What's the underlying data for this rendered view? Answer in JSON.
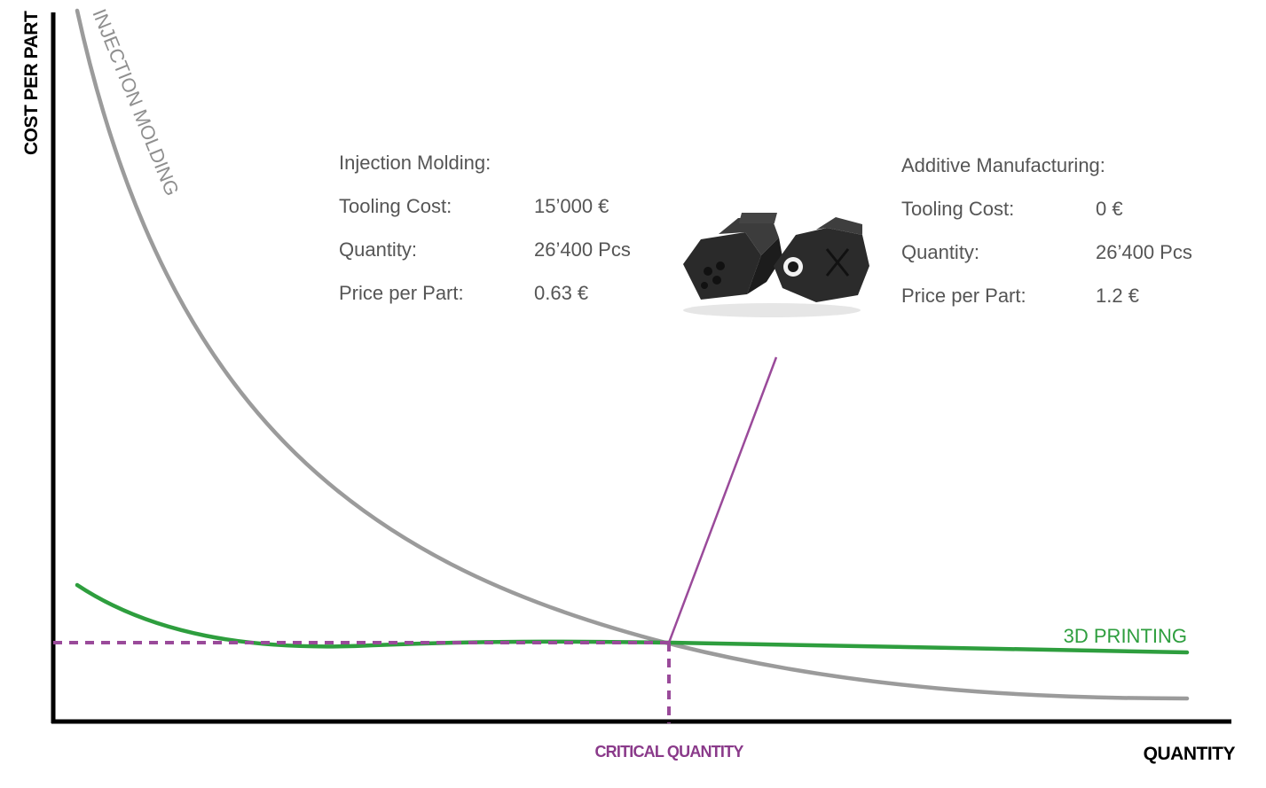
{
  "chart_data": {
    "type": "line",
    "xlabel": "QUANTITY",
    "ylabel": "COST PER PART",
    "x_axis_ticks": "none",
    "y_axis_ticks": "none",
    "grid": false,
    "series": [
      {
        "name": "INJECTION MOLDING",
        "color": "#9b9b9b",
        "shape": "decreasing hyperbolic cost curve, crosses 3D printing curve at the critical quantity and continues below it"
      },
      {
        "name": "3D PRINTING",
        "color": "#2e9e3e",
        "shape": "slightly decreasing, nearly flat cost curve"
      }
    ],
    "annotations": {
      "critical_quantity_label": "CRITICAL QUANTITY",
      "critical_quantity_color": "#8a3a8a",
      "crossover_marker": "dashed purple guide lines to both axes"
    },
    "colors": {
      "injection": "#9b9b9b",
      "printing": "#2e9e3e",
      "critical": "#8a3a8a",
      "axes": "#000000"
    }
  },
  "injection_info": {
    "heading": "Injection Molding:",
    "tooling_label": "Tooling Cost:",
    "tooling_value": "15’000 €",
    "quantity_label": "Quantity:",
    "quantity_value": "26’400 Pcs",
    "price_label": "Price per Part:",
    "price_value": "0.63 €"
  },
  "additive_info": {
    "heading": "Additive Manufacturing:",
    "tooling_label": "Tooling Cost:",
    "tooling_value": "0 €",
    "quantity_label": "Quantity:",
    "quantity_value": "26’400 Pcs",
    "price_label": "Price per Part:",
    "price_value": "1.2 €"
  },
  "product_image": {
    "icon": "connector-parts-photo",
    "description_visible": false
  }
}
